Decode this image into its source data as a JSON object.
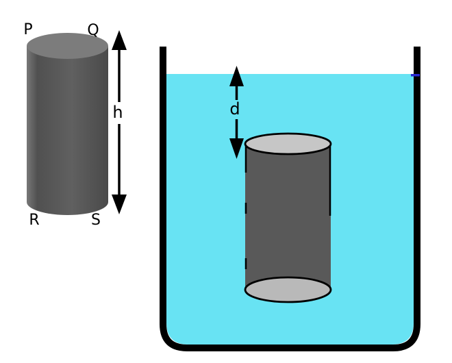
{
  "figure": {
    "left_cylinder": {
      "label_top_left": "P",
      "label_top_right": "Q",
      "label_bottom_left": "R",
      "label_bottom_right": "S",
      "height_label": "h"
    },
    "tank": {
      "depth_label": "d"
    },
    "icons": {
      "height_arrow": "double-headed-vertical-arrow",
      "depth_arrow": "double-headed-vertical-arrow"
    }
  },
  "colors": {
    "background": "#ffffff",
    "outline": "#000000",
    "liquid": "#68e3f3",
    "left_cylinder_cap": "#7c7c7c",
    "left_cylinder_body_edge_light": "#787878",
    "left_cylinder_body_dark": "#505050",
    "left_cylinder_body_mid": "#606060",
    "left_cylinder_body_right": "#4a4a4a",
    "submerged_body": "#595959",
    "submerged_top_cap": "#c6c6c6",
    "submerged_bottom_cap": "#b9b9b9",
    "water_level_tick": "#2a2ad4",
    "label_text": "#000000"
  }
}
